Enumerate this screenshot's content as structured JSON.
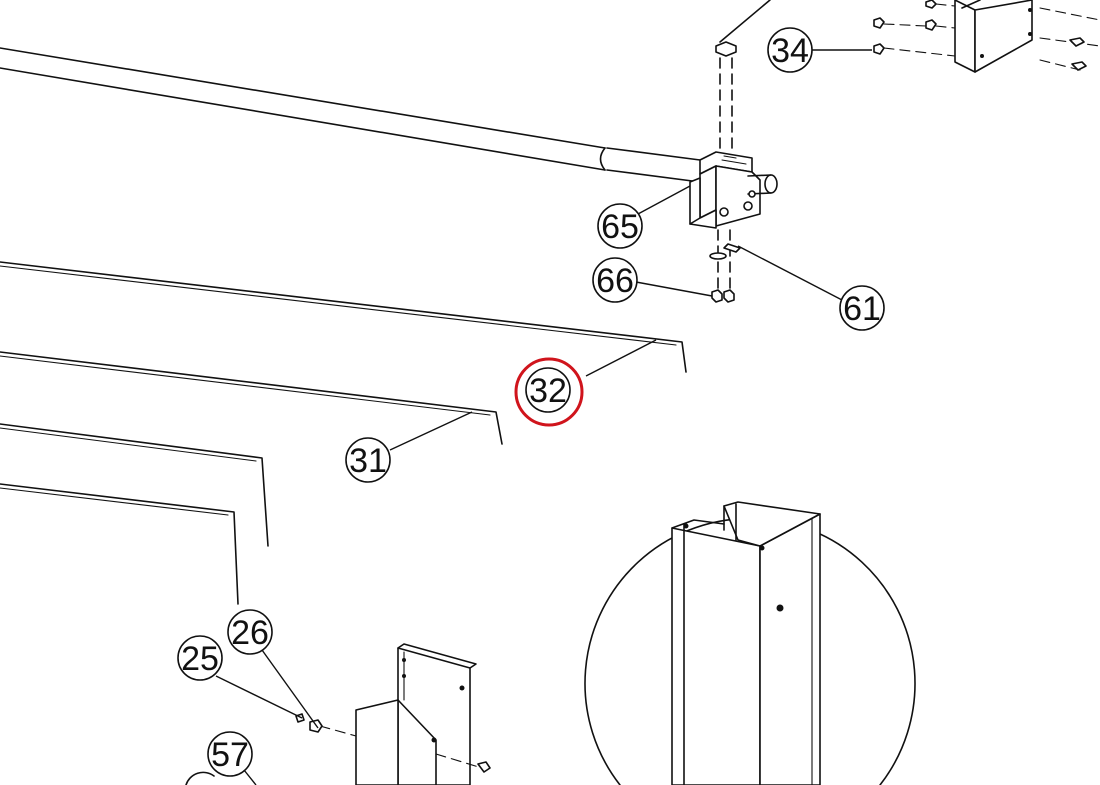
{
  "callouts": {
    "c34": "34",
    "c65": "65",
    "c66": "66",
    "c61": "61",
    "c32": "32",
    "c31": "31",
    "c26": "26",
    "c25": "25",
    "c57": "57"
  },
  "highlight": {
    "callout": "32",
    "color": "#d0141c"
  }
}
